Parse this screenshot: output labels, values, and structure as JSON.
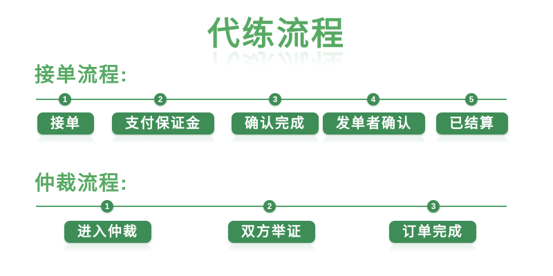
{
  "title": "代练流程",
  "flows": [
    {
      "heading": "接单流程:",
      "steps": [
        {
          "number": "1",
          "label": "接单"
        },
        {
          "number": "2",
          "label": "支付保证金"
        },
        {
          "number": "3",
          "label": "确认完成"
        },
        {
          "number": "4",
          "label": "发单者确认"
        },
        {
          "number": "5",
          "label": "已结算"
        }
      ]
    },
    {
      "heading": "仲裁流程:",
      "steps": [
        {
          "number": "1",
          "label": "进入仲裁"
        },
        {
          "number": "2",
          "label": "双方举证"
        },
        {
          "number": "3",
          "label": "订单完成"
        }
      ]
    }
  ],
  "colors": {
    "title_green": "#57a963",
    "accent_green": "#3e8d56",
    "line_green": "#55a26b",
    "pill_text": "#ffffff",
    "background": "#ffffff"
  }
}
